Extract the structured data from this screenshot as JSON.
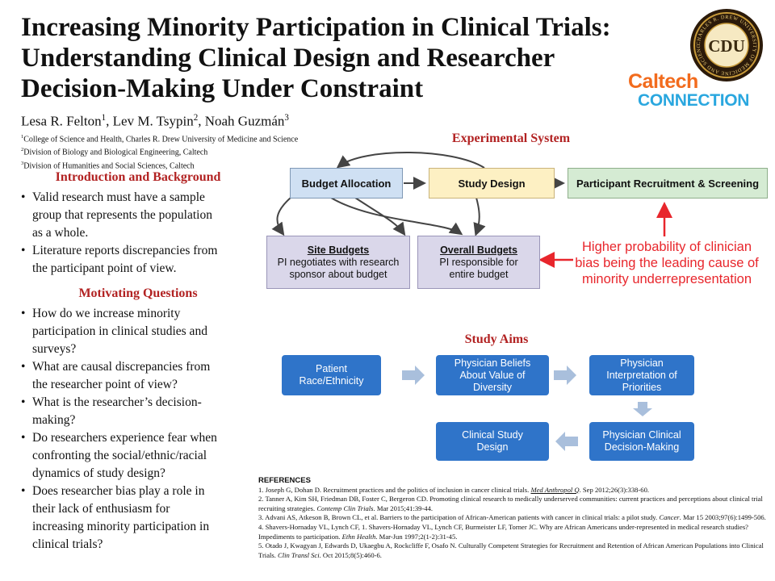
{
  "title": {
    "line1": "Increasing Minority Participation in Clinical Trials:",
    "line2": "Understanding Clinical Design and Researcher",
    "line3": "Decision-Making Under Constraint"
  },
  "authors": {
    "a1": "Lesa R. Felton",
    "s1": "1",
    "a2": ", Lev M. Tsypin",
    "s2": "2",
    "a3": ", Noah Guzmán",
    "s3": "3"
  },
  "affiliations": [
    {
      "num": "1",
      "text": "College of Science and Health, Charles R. Drew University of Medicine and Science"
    },
    {
      "num": "2",
      "text": "Division of Biology and Biological Engineering, Caltech"
    },
    {
      "num": "3",
      "text": "Division of Humanities and Social Sciences, Caltech"
    }
  ],
  "logos": {
    "cdu": "CDU",
    "cdu_ring": "CHARLES R. DREW UNIVERSITY OF MEDICINE AND SCIENCE",
    "caltech": "Caltech",
    "connection": "CONNECTION"
  },
  "intro": {
    "heading": "Introduction and Background",
    "bullets": [
      [
        "Valid research must have a sample",
        "group that represents the population",
        "as a whole."
      ],
      [
        "Literature reports discrepancies from",
        "the participant point of view."
      ]
    ]
  },
  "questions": {
    "heading": "Motivating Questions",
    "bullets": [
      [
        "How do we increase minority",
        "participation in clinical studies and",
        "surveys?"
      ],
      [
        "What are causal discrepancies from",
        "the researcher point of view?"
      ],
      [
        "What is the researcher’s decision-",
        "making?"
      ],
      [
        "Do researchers experience fear when",
        "confronting the social/ethnic/racial",
        "dynamics of study design?"
      ],
      [
        "Does researcher bias play a role in",
        "their lack of enthusiasm for",
        "increasing minority participation in",
        "clinical trials?"
      ]
    ]
  },
  "system": {
    "heading": "Experimental System",
    "budget": "Budget Allocation",
    "design": "Study Design",
    "recruit": "Participant Recruitment & Screening",
    "site_title": "Site Budgets",
    "site_l1": "PI negotiates with research",
    "site_l2": "sponsor about budget",
    "overall_title": "Overall Budgets",
    "overall_l1": "PI responsible for",
    "overall_l2": "entire budget",
    "note_l1": "Higher probability of clinician",
    "note_l2": "bias being the leading cause of",
    "note_l3": "minority underrepresentation",
    "colors": {
      "arrow_red": "#e8262c",
      "note_red": "#e8262c"
    }
  },
  "aims": {
    "heading": "Study Aims",
    "a1_l1": "Patient",
    "a1_l2": "Race/Ethnicity",
    "a2_l1": "Physician Beliefs",
    "a2_l2": "About Value of",
    "a2_l3": "Diversity",
    "a3_l1": "Physician",
    "a3_l2": "Interpretation of",
    "a3_l3": "Priorities",
    "a4_l1": "Physician Clinical",
    "a4_l2": "Decision-Making",
    "a5_l1": "Clinical Study",
    "a5_l2": "Design",
    "colors": {
      "box": "#2f74c9",
      "arrow": "#a9bfdc"
    }
  },
  "references": {
    "heading": "REFERENCES",
    "r1a": "1. Joseph G, Dohan D. Recruitment practices and the politics of inclusion in cancer clinical trials. ",
    "r1j": "Med Anthropol Q",
    "r1b": ". Sep 2012;26(3):338-60.",
    "r2a": "2. Tanner A, Kim SH, Friedman DB, Foster C, Bergeron CD. Promoting clinical research to medically underserved communities: current practices and perceptions about clinical trial recruiting strategies. ",
    "r2j": "Contemp Clin Trials",
    "r2b": ". Mar 2015;41:39-44.",
    "r3a": "3. Advani AS, Atkeson B, Brown CL, et al. Barriers to the participation of African-American patients with cancer in clinical trials: a pilot study. ",
    "r3j": "Cancer",
    "r3b": ". Mar 15 2003;97(6):1499-506.",
    "r4a": "4. Shavers-Hornaday VL, Lynch CF, 1. Shavers-Hornaday VL, Lynch CF, Burmeister LF, Torner JC. Why are African Americans under-represented in medical research studies? Impediments to participation. ",
    "r4j": "Ethn Health",
    "r4b": ". Mar-Jun 1997;2(1-2):31-45.",
    "r5a": "5. Otado J, Kwagyan J, Edwards D, Ukaegbu A, Rockcliffe F, Osafo N. Culturally Competent Strategies for Recruitment and Retention of African American Populations into Clinical Trials. ",
    "r5j": "Clin Transl Sci",
    "r5b": ". Oct 2015;8(5):460-6."
  }
}
